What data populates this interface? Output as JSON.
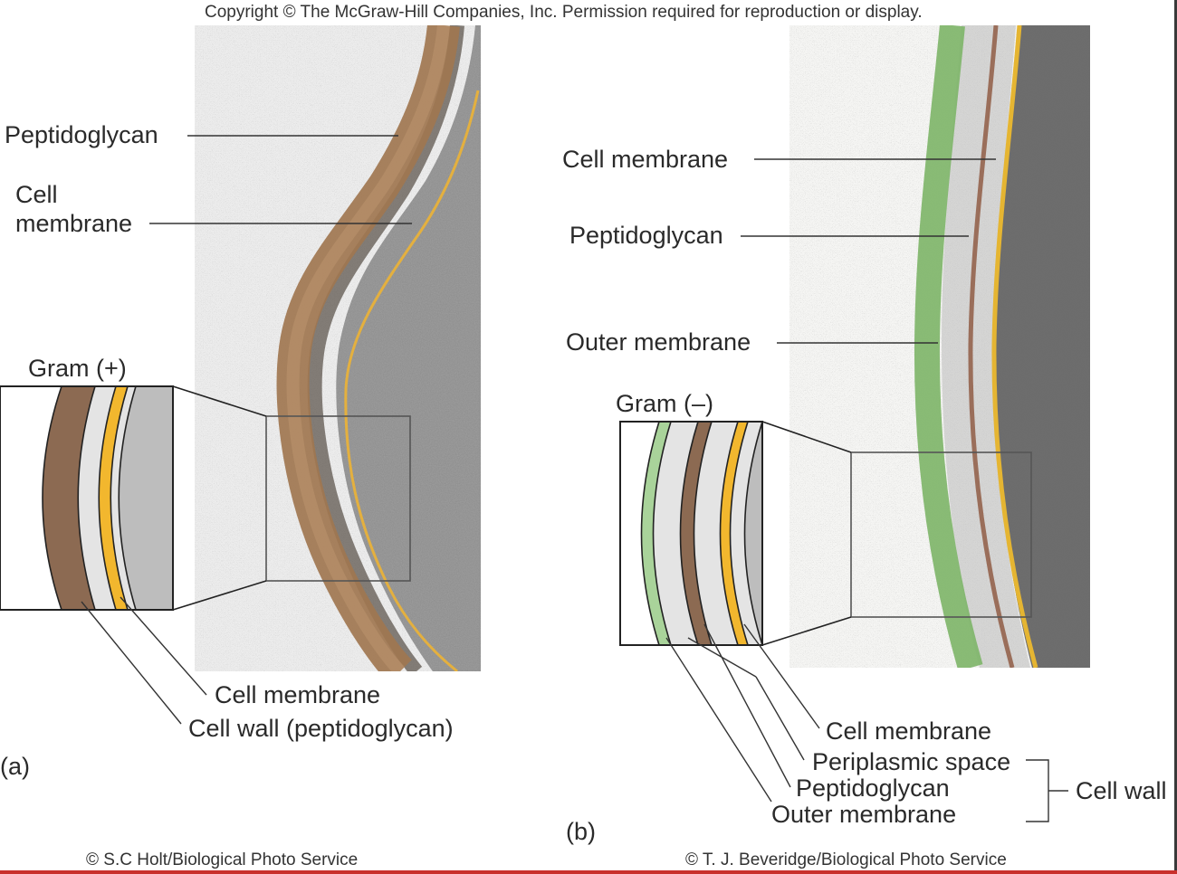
{
  "copyright": "Copyright © The McGraw-Hill Companies, Inc. Permission required for reproduction or display.",
  "panel_a": {
    "letter": "(a)",
    "gram_label": "Gram (+)",
    "micro_labels": {
      "peptidoglycan": "Peptidoglycan",
      "cell_membrane_line1": "Cell",
      "cell_membrane_line2": "membrane"
    },
    "diagram_labels": {
      "cell_membrane": "Cell membrane",
      "cell_wall": "Cell wall (peptidoglycan)"
    },
    "credit": "© S.C Holt/Biological Photo Service"
  },
  "panel_b": {
    "letter": "(b)",
    "gram_label": "Gram (–)",
    "micro_labels": {
      "cell_membrane": "Cell membrane",
      "peptidoglycan": "Peptidoglycan",
      "outer_membrane": "Outer membrane"
    },
    "diagram_labels": {
      "cell_membrane": "Cell membrane",
      "periplasmic_space": "Periplasmic space",
      "peptidoglycan": "Peptidoglycan",
      "outer_membrane": "Outer membrane",
      "cell_wall": "Cell wall"
    },
    "credit": "© T. J. Beveridge/Biological Photo Service"
  },
  "colors": {
    "peptidoglycan": "#8c6a52",
    "cell_membrane": "#f2b72e",
    "outer_membrane": "#a9d39a",
    "space": "#e4e4e4",
    "cytoplasm": "#bdbdbd",
    "micrograph_bg": "#eeeeee",
    "micrograph_b_bg": "#f4f4f2",
    "outer_membrane_micro": "#7fb56a"
  }
}
